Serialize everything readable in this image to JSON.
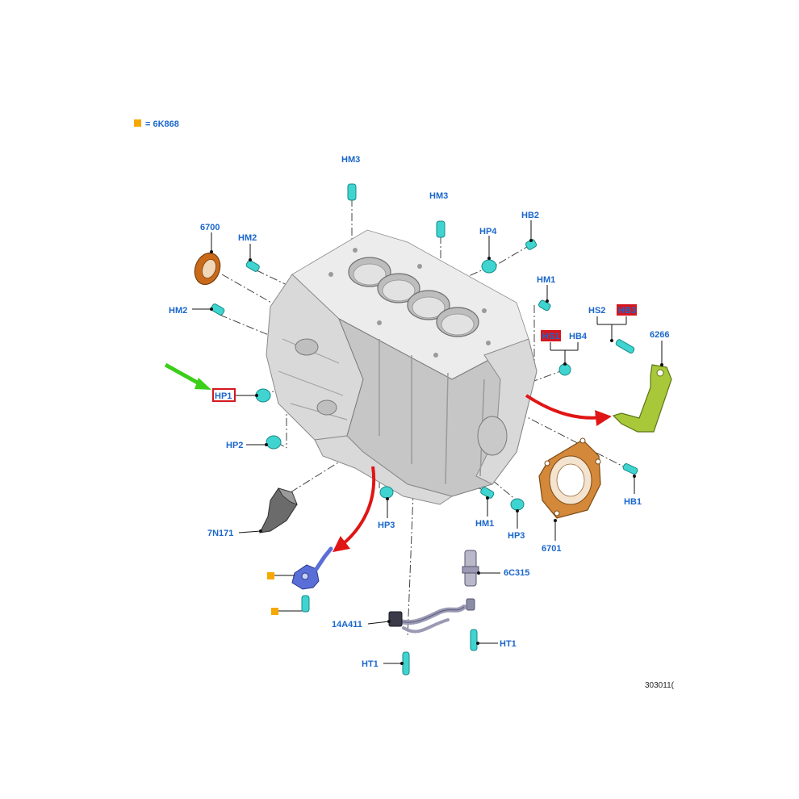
{
  "legend": {
    "text": "= 6K868",
    "color": "#f5a800"
  },
  "reference_number": "303011(",
  "labels": {
    "hm3_top": "HM3",
    "hm3_mid": "HM3",
    "hb2": "HB2",
    "hp4": "HP4",
    "p6700": "6700",
    "hm2_upper": "HM2",
    "hm2_left": "HM2",
    "hm1_right": "HM1",
    "hs2": "HS2",
    "hs1_hl": "HS1",
    "hb3_hl": "HB3",
    "hb4": "HB4",
    "p6266": "6266",
    "hp1": "HP1",
    "hp2": "HP2",
    "hb1": "HB1",
    "p7n171": "7N171",
    "hp3_a": "HP3",
    "hm1_bottom": "HM1",
    "hp3_b": "HP3",
    "p6701": "6701",
    "p6c315": "6C315",
    "p14a411": "14A411",
    "ht1_right": "HT1",
    "ht1_bottom": "HT1"
  },
  "colors": {
    "label_blue": "#1a66cc",
    "fastener_cyan": "#3fd4d0",
    "highlight_red": "#d4181f",
    "arrow_green": "#3ccf1a",
    "arrow_red": "#e01515",
    "seal_orange": "#c96a1b",
    "gasket_orange": "#d4883a",
    "bracket_green": "#a8c83a",
    "sensor_blue": "#5a6ed8",
    "harness_gray": "#9a9ab4",
    "block_gray": "#d9d9d9"
  },
  "icons": {
    "legend_marker": "orange-square-icon",
    "indicator_arrow": "green-arrow-icon",
    "move_arrow": "red-arrow-icon"
  }
}
